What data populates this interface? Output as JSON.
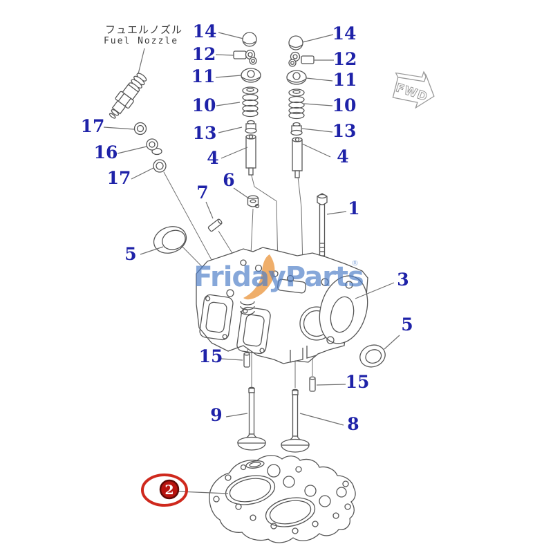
{
  "diagram": {
    "annotations": {
      "fuel_nozzle_jp": "フュエルノズル",
      "fuel_nozzle_en": "Fuel Nozzle",
      "fwd": "FWD"
    },
    "watermark": {
      "text": "FridayParts",
      "registered": "®"
    },
    "highlight": {
      "label": "2"
    },
    "callouts": [
      {
        "label": "14"
      },
      {
        "label": "12"
      },
      {
        "label": "11"
      },
      {
        "label": "10"
      },
      {
        "label": "13"
      },
      {
        "label": "4"
      },
      {
        "label": "14"
      },
      {
        "label": "12"
      },
      {
        "label": "11"
      },
      {
        "label": "10"
      },
      {
        "label": "13"
      },
      {
        "label": "4"
      },
      {
        "label": "17"
      },
      {
        "label": "16"
      },
      {
        "label": "17"
      },
      {
        "label": "5"
      },
      {
        "label": "7"
      },
      {
        "label": "6"
      },
      {
        "label": "1"
      },
      {
        "label": "3"
      },
      {
        "label": "5"
      },
      {
        "label": "15"
      },
      {
        "label": "15"
      },
      {
        "label": "9"
      },
      {
        "label": "8"
      }
    ],
    "colors": {
      "callout_text": "#1e22a8",
      "leader_line": "#6f6f6f",
      "part_outline": "#555555",
      "highlight_red": "#cf291d",
      "watermark_blue": "#4d7ec8",
      "watermark_orange": "#eb9a45"
    }
  }
}
